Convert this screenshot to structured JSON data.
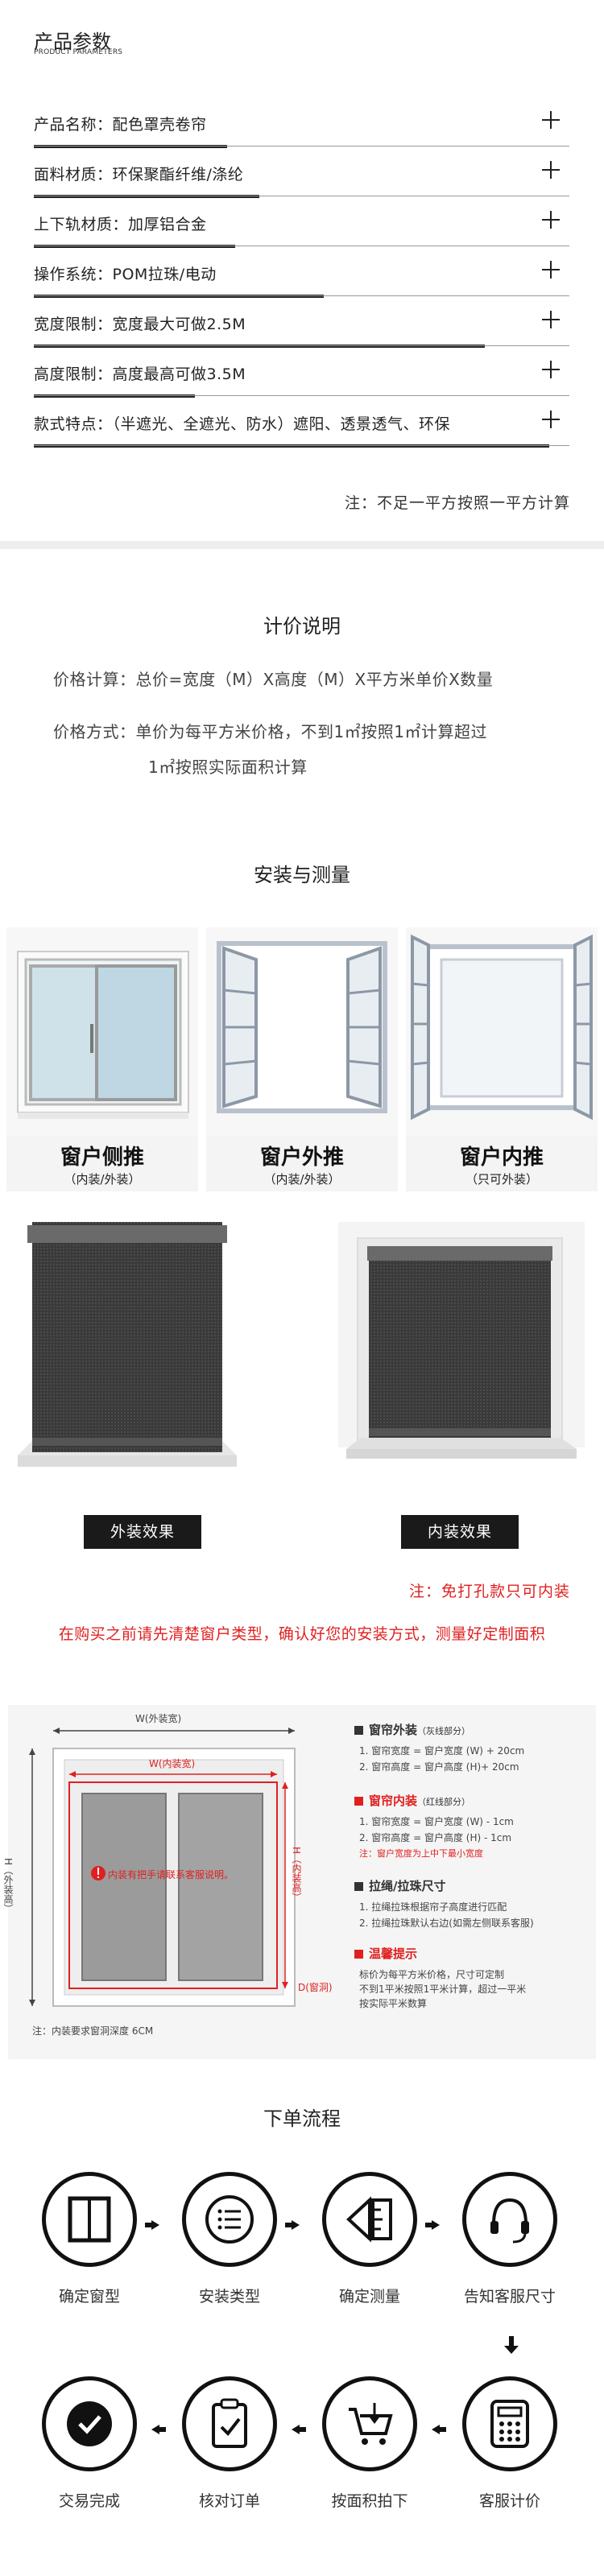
{
  "params": {
    "title": "产品参数",
    "subtitle": "PRODUCT PARAMETERS",
    "rows": [
      {
        "label": "产品名称：配色罩壳卷帘"
      },
      {
        "label": "面料材质：环保聚酯纤维/涤纶"
      },
      {
        "label": "上下轨材质：加厚铝合金"
      },
      {
        "label": "操作系统：POM拉珠/电动"
      },
      {
        "label": "宽度限制：宽度最大可做2.5M"
      },
      {
        "label": "高度限制：高度最高可做3.5M"
      },
      {
        "label": "款式特点：（半遮光、全遮光、防水）遮阳、透景透气、环保"
      }
    ],
    "note": "注：不足一平方按照一平方计算"
  },
  "pricing": {
    "title": "计价说明",
    "calc": "价格计算：总价=宽度（M）X高度（M）X平方米单价X数量",
    "method_line1": "价格方式：单价为每平方米价格，不到1㎡按照1㎡计算超过",
    "method_line2": "1㎡按照实际面积计算"
  },
  "install": {
    "title": "安装与测量",
    "windows": [
      {
        "title": "窗户侧推",
        "sub": "（内装/外装）"
      },
      {
        "title": "窗户外推",
        "sub": "（内装/外装）"
      },
      {
        "title": "窗户内推",
        "sub": "（只可外装）"
      }
    ],
    "outside_btn": "外装效果",
    "inside_btn": "内装效果",
    "red_note": "注：免打孔款只可内装",
    "red_warning": "在购买之前请先清楚窗户类型，确认好您的安装方式，测量好定制面积"
  },
  "measure": {
    "w_outer": "W(外装宽)",
    "w_inner": "W(内装宽)",
    "h_outer": "H（外装高）",
    "h_inner": "H（内装高）",
    "depth": "D(窗洞)",
    "center_tip": "内装有把手请联系客服说明。",
    "footnote": "注：内装要求窗洞深度 6CM",
    "outside_head": "窗帘外装",
    "outside_head_small": "（灰线部分）",
    "outside_1": "1. 窗帘宽度 = 窗户宽度 (W) + 20cm",
    "outside_2": "2. 窗帘高度 = 窗户高度 (H)+ 20cm",
    "inside_head": "窗帘内装",
    "inside_head_small": "（红线部分）",
    "inside_1": "1. 窗帘宽度 = 窗户宽度 (W) - 1cm",
    "inside_2": "2. 窗帘高度 = 窗户高度 (H) - 1cm",
    "inside_note": "注：窗户宽度为上中下最小宽度",
    "cord_head": "拉绳/拉珠尺寸",
    "cord_1": "1. 拉绳拉珠根据帘子高度进行匹配",
    "cord_2": "2. 拉绳拉珠默认右边(如需左侧联系客服)",
    "tips_head": "温馨提示",
    "tips_1": "标价为每平方米价格，尺寸可定制",
    "tips_2": "不到1平米按照1平米计算，超过一平米",
    "tips_3": "按实际平米数算"
  },
  "flow": {
    "title": "下单流程",
    "steps": [
      "确定窗型",
      "安装类型",
      "确定测量",
      "告知客服尺寸",
      "客服计价",
      "按面积拍下",
      "核对订单",
      "交易完成"
    ]
  }
}
